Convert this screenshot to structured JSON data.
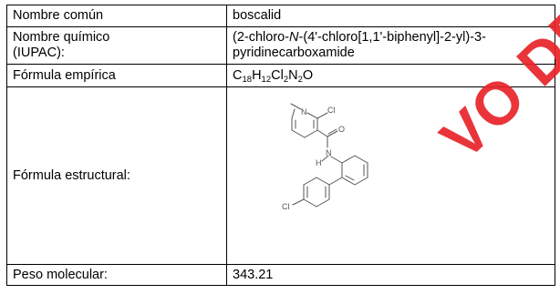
{
  "table": {
    "rows": [
      {
        "label": "Nombre común",
        "value": "boscalid"
      },
      {
        "label_line1": "Nombre químico",
        "label_line2": "(IUPAC):",
        "value_pre": "(2-chloro-",
        "value_italic": "N",
        "value_post": "-(4'-chloro[1,1'-biphenyl]-2-yl)-3-pyridinecarboxamide"
      },
      {
        "label": "Fórmula empírica",
        "formula": [
          {
            "t": "C"
          },
          {
            "s": "18"
          },
          {
            "t": "H"
          },
          {
            "s": "12"
          },
          {
            "t": "Cl"
          },
          {
            "s": "2"
          },
          {
            "t": "N"
          },
          {
            "s": "2"
          },
          {
            "t": "O"
          }
        ]
      },
      {
        "label": "Fórmula estructural:",
        "structure": {
          "atom_n_ring": "N",
          "atom_cl_top": "Cl",
          "atom_o": "O",
          "atom_h": "H",
          "atom_n_amide": "N",
          "atom_cl_bottom": "Cl"
        }
      },
      {
        "label": "Peso molecular:",
        "value": "343.21"
      }
    ]
  },
  "watermark": {
    "text": "VO DE",
    "color": "#e8242a"
  }
}
